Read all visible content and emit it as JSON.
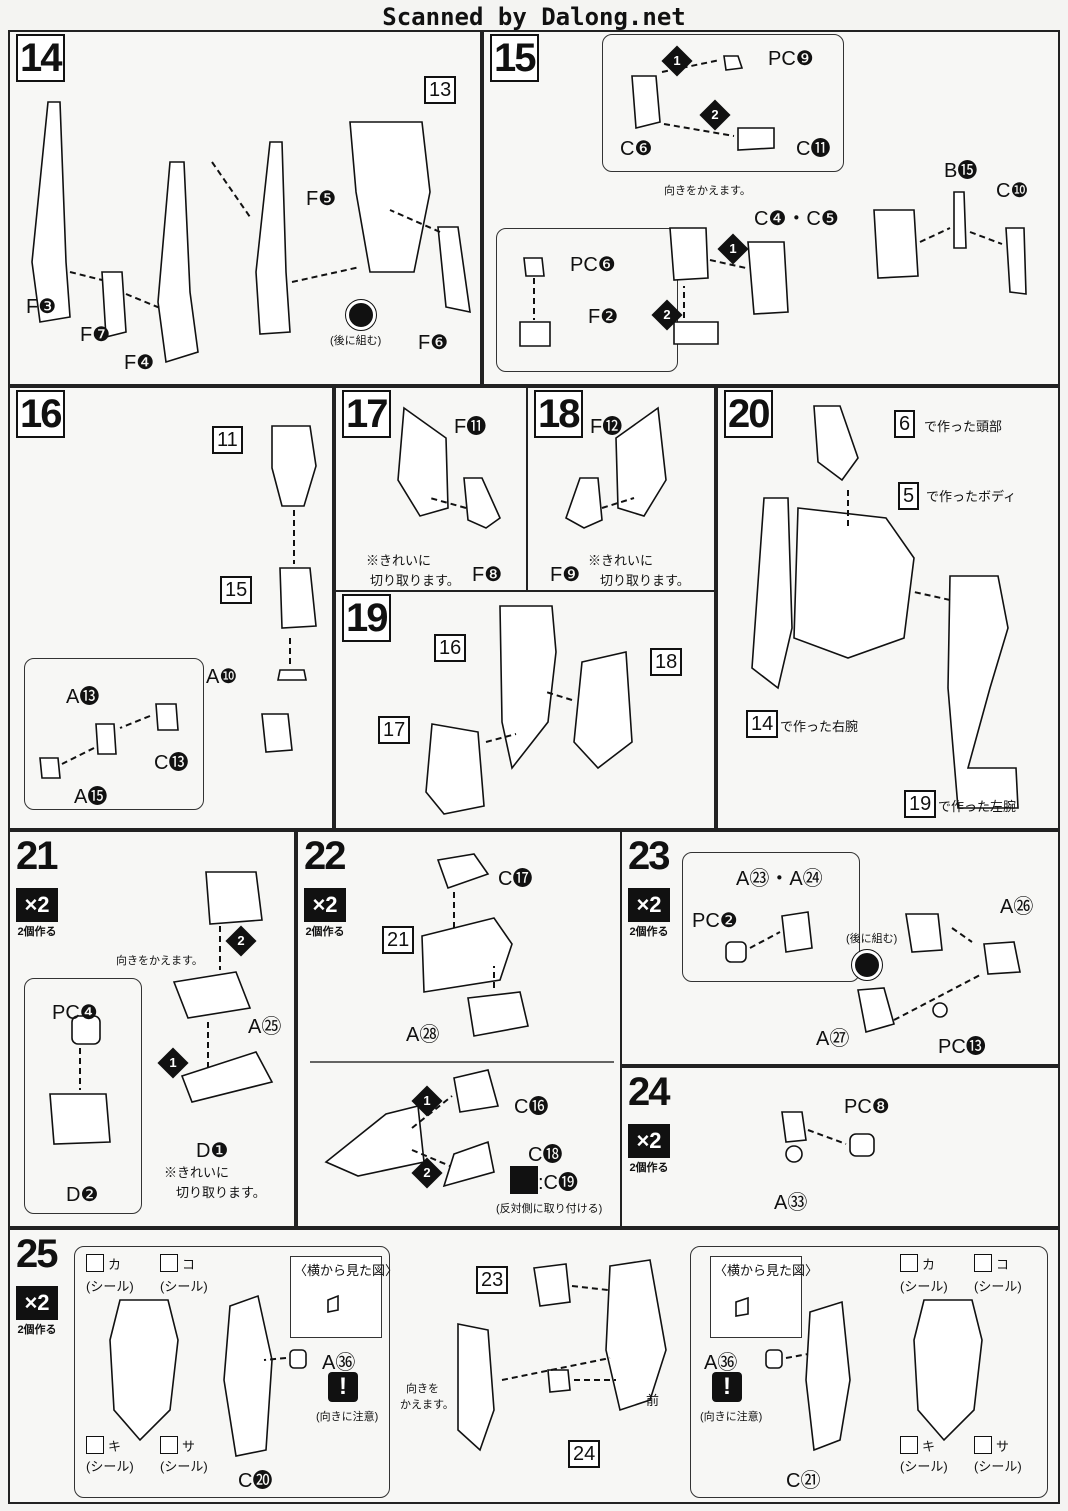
{
  "header": "Scanned by Dalong.net",
  "s14": {
    "step": "14",
    "parts": [
      "F❸",
      "F❼",
      "F❹",
      "F❺",
      "F❻"
    ],
    "box": "13",
    "later": "(後に組む)"
  },
  "s15": {
    "step": "15",
    "pc9": "PC❾",
    "c6": "C❻",
    "c11": "C⓫",
    "turn": "向きをかえます。",
    "c4c5": "C❹・C❺",
    "pc6": "PC❻",
    "f2": "F❷",
    "b15": "B⓯",
    "c10": "C❿",
    "n1": "1",
    "n2": "2"
  },
  "s16": {
    "step": "16",
    "box11": "11",
    "box15": "15",
    "a10": "A❿",
    "a13": "A⓭",
    "c13": "C⓭",
    "a15": "A⓯"
  },
  "s17": {
    "step": "17",
    "f11": "F⓫",
    "f8": "F❽",
    "note1": "※きれいに",
    "note2": "切り取ります。"
  },
  "s18": {
    "step": "18",
    "f12": "F⓬",
    "f9": "F❾",
    "note1": "※きれいに",
    "note2": "切り取ります。"
  },
  "s19": {
    "step": "19",
    "box16": "16",
    "box18": "18",
    "box17": "17"
  },
  "s20": {
    "step": "20",
    "box6": "6",
    "head": "で作った頭部",
    "box5": "5",
    "body": "で作ったボディ",
    "box14": "14",
    "rarm": "で作った右腕",
    "box19": "19",
    "larm": "で作った左腕"
  },
  "s21": {
    "step": "21",
    "x2": "×2",
    "make2": "2個作る",
    "turn": "向きをかえます。",
    "pc4": "PC❹",
    "a25": "A㉕",
    "d1": "D❶",
    "d2": "D❷",
    "note1": "※きれいに",
    "note2": "切り取ります。",
    "n1": "1",
    "n2": "2"
  },
  "s22": {
    "step": "22",
    "x2": "×2",
    "make2": "2個作る",
    "c17": "C⓱",
    "box21": "21",
    "a28": "A㉘",
    "c16": "C⓰",
    "c18": "C⓲",
    "c19": ":C⓳",
    "opp": "(反対側に取り付ける)",
    "n1": "1",
    "n2": "2"
  },
  "s23": {
    "step": "23",
    "x2": "×2",
    "make2": "2個作る",
    "a2324": "A㉓・A㉔",
    "pc2": "PC❷",
    "later": "(後に組む)",
    "a26": "A㉖",
    "a27": "A㉗",
    "pc13": "PC⓭"
  },
  "s24": {
    "step": "24",
    "x2": "×2",
    "make2": "2個作る",
    "pc8": "PC❽",
    "a33": "A㉝"
  },
  "s25": {
    "step": "25",
    "x2": "×2",
    "make2": "2個作る",
    "ka": "カ",
    "ko": "コ",
    "ki": "キ",
    "sa": "サ",
    "seal": "(シール)",
    "sideview": "〈横から見た図〉",
    "a36": "A㊱",
    "careful": "(向きに注意)",
    "turn1": "向きを",
    "turn2": "かえます。",
    "box23": "23",
    "box24": "24",
    "front": "前",
    "c20": "C⓴",
    "c21": "C㉑"
  }
}
